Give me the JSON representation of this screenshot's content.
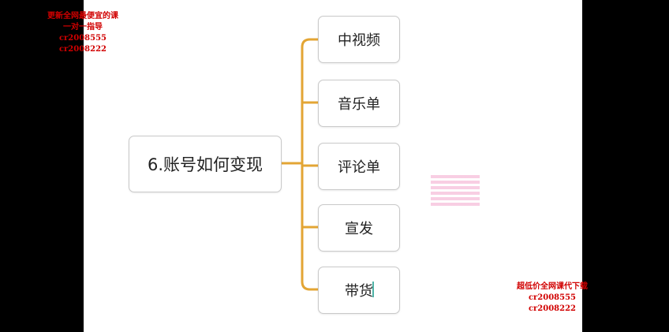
{
  "colors": {
    "connector": "#e3a534",
    "watermark": "#d10000",
    "background": "#000000"
  },
  "mindmap": {
    "root": "6.账号如何变现",
    "branches": [
      "中视频",
      "音乐单",
      "评论单",
      "宣发",
      "带货"
    ]
  },
  "watermark_top_left": [
    "更新全网最便宜的课",
    "一对一指导",
    "cr2008555",
    "cr2008222"
  ],
  "watermark_bottom_right": [
    "超低价全网课代下载",
    "cr2008555",
    "cr2008222"
  ]
}
